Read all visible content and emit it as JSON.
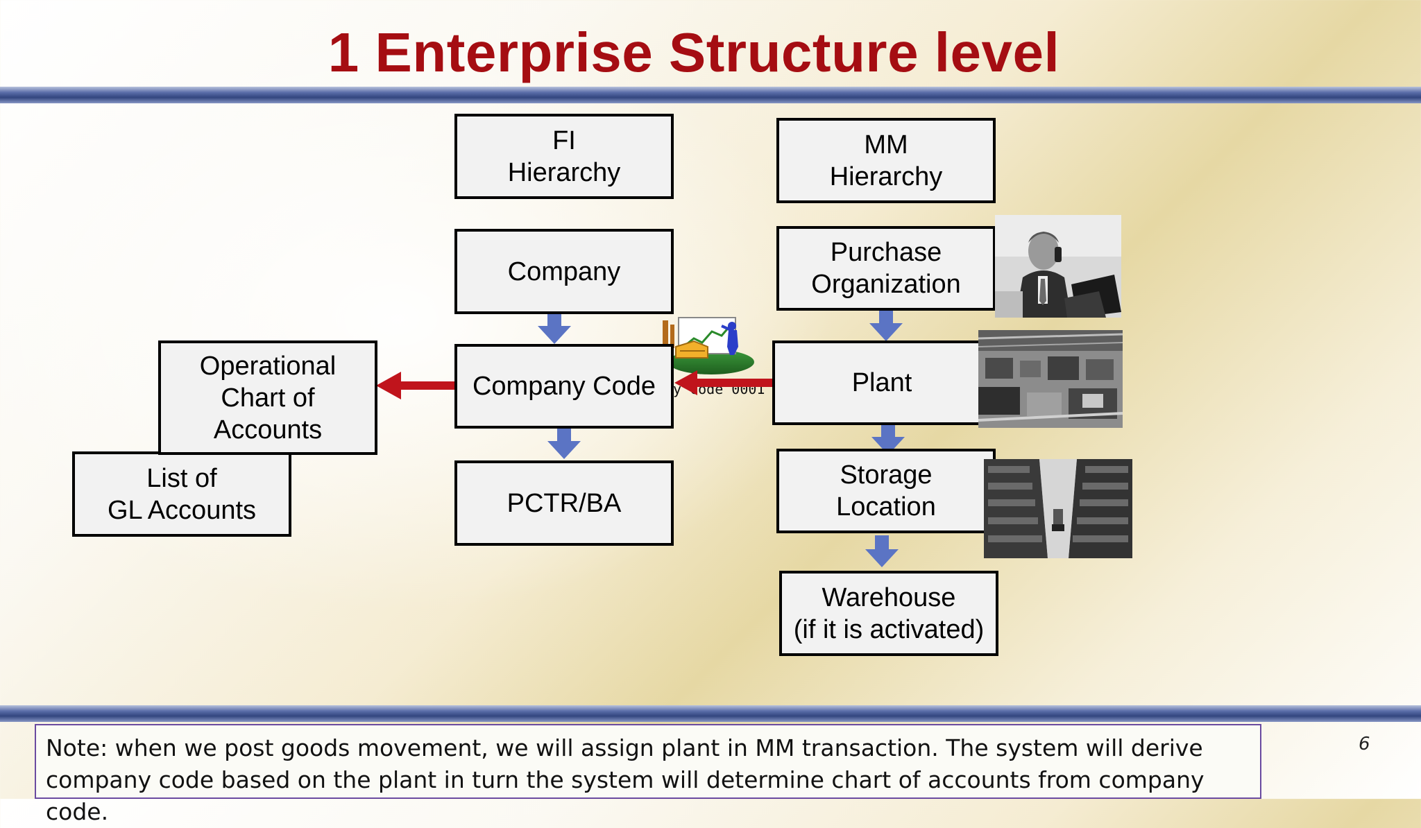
{
  "slide": {
    "title": "1 Enterprise Structure level",
    "page_number": "6",
    "note": "Note: when we post goods movement, we will assign plant in MM transaction. The system will derive company code based on the plant in turn the system will determine chart of accounts from company code."
  },
  "fi": {
    "header": "FI\nHierarchy",
    "company": "Company",
    "company_code": "Company Code",
    "pctr": "PCTR/BA"
  },
  "mm": {
    "header": "MM\nHierarchy",
    "purchase_org": "Purchase\nOrganization",
    "plant": "Plant",
    "storage_location": "Storage\nLocation",
    "warehouse": "Warehouse\n(if it is activated)"
  },
  "accounts": {
    "operational_coa": "Operational\nChart of\nAccounts",
    "gl_list": "List of\nGL Accounts"
  },
  "clipart": {
    "label": "y code 0001"
  },
  "colors": {
    "title": "#a50d12",
    "down_arrow": "#5b74c4",
    "red_arrow": "#c0141c",
    "band": "#33467f"
  }
}
